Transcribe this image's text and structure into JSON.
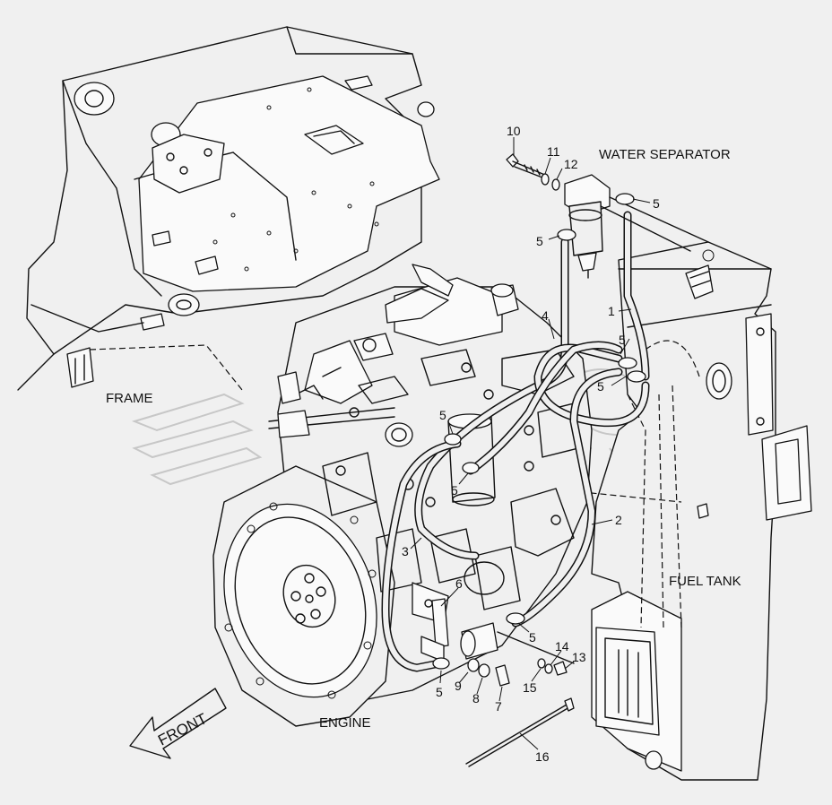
{
  "diagram": {
    "labels": {
      "water_separator": "WATER SEPARATOR",
      "frame": "FRAME",
      "fuel_tank": "FUEL TANK",
      "engine": "ENGINE",
      "front": "FRONT"
    },
    "callouts": [
      "1",
      "2",
      "3",
      "4",
      "5",
      "6",
      "7",
      "8",
      "9",
      "10",
      "11",
      "12",
      "13",
      "14",
      "15",
      "16"
    ]
  }
}
